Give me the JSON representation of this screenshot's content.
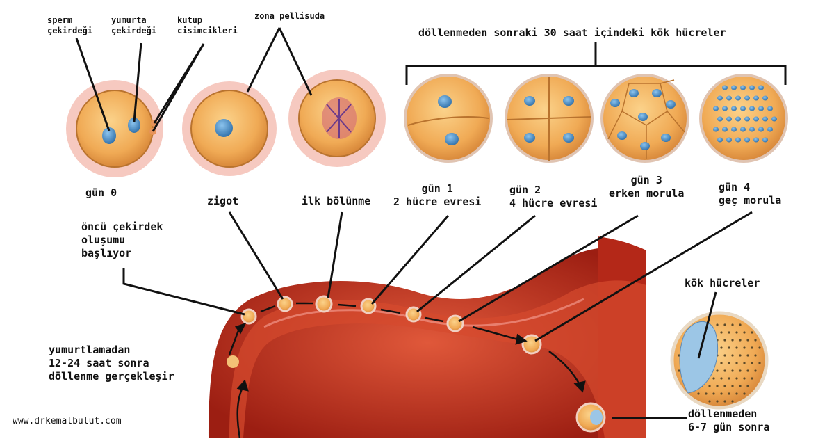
{
  "labels": {
    "sperm_nucleus": "sperm\nçekirdeği",
    "egg_nucleus": "yumurta\nçekirdeği",
    "polar_bodies": "kutup\ncisimcikleri",
    "zona": "zona pellisuda",
    "header": "döllenmeden sonraki 30 saat içindeki kök hücreler",
    "day0": "gün 0",
    "zygote": "zigot",
    "first_division": "ilk bölünme",
    "day1": "gün 1\n2 hücre evresi",
    "day2": "gün 2\n4 hücre evresi",
    "day3": "gün 3\nerken morula",
    "day4": "gün 4\ngeç morula",
    "pronucleus": "öncü çekirdek\noluşumu\nbaşlıyor",
    "stem_cells": "kök hücreler",
    "ovulation": "yumurtlamadan\n12-24 saat sonra\ndöllenme gerçekleşir",
    "after_fert": "döllenmeden\n6-7 gün sonra",
    "watermark": "www.drkemalbulut.com"
  },
  "colors": {
    "tube": "#c8321e",
    "tube_dark": "#8e1a10",
    "cell": "#f2b25a",
    "nucleus": "#4f93c8",
    "halo": "#f6c9c0"
  }
}
